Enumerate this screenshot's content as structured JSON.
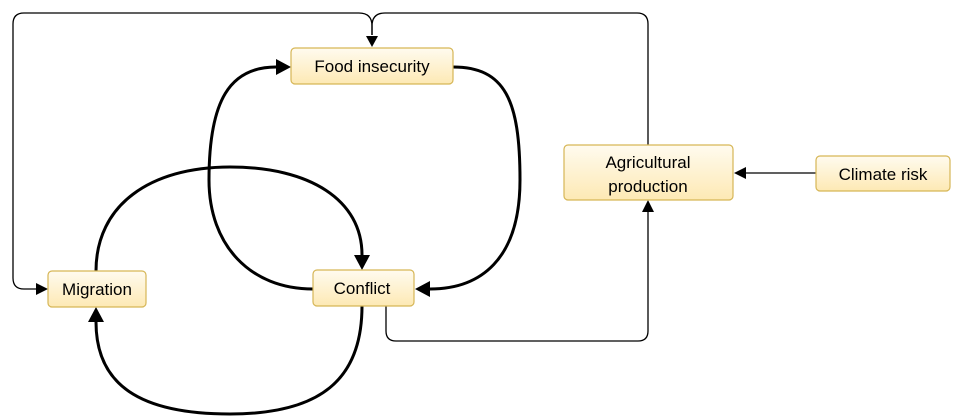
{
  "diagram": {
    "nodes": {
      "food_insecurity": "Food insecurity",
      "agricultural_production": [
        "Agricultural",
        "production"
      ],
      "climate_risk": "Climate risk",
      "migration": "Migration",
      "conflict": "Conflict"
    },
    "colors": {
      "node_fill_top": "#fffbef",
      "node_fill_bottom": "#fde9b4",
      "node_border": "#d6b656",
      "edge": "#000000"
    },
    "edges": [
      {
        "from": "Climate risk",
        "to": "Agricultural production",
        "style": "thin"
      },
      {
        "from": "Agricultural production",
        "to": "Food insecurity",
        "style": "thin"
      },
      {
        "from": "Food insecurity",
        "to": "Migration",
        "style": "thin"
      },
      {
        "from": "Conflict",
        "to": "Agricultural production",
        "style": "thin"
      },
      {
        "from": "Food insecurity",
        "to": "Conflict",
        "style": "thick"
      },
      {
        "from": "Conflict",
        "to": "Food insecurity",
        "style": "thick"
      },
      {
        "from": "Migration",
        "to": "Conflict",
        "style": "thick"
      },
      {
        "from": "Conflict",
        "to": "Migration",
        "style": "thick"
      }
    ]
  }
}
